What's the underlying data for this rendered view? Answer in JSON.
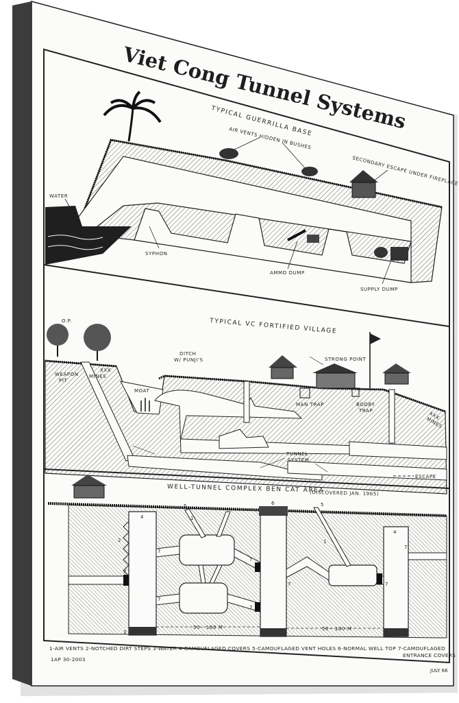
{
  "title": "Viet Cong Tunnel Systems",
  "sections": {
    "base": {
      "heading": "TYPICAL GUERRILLA BASE",
      "labels": {
        "air_vents": "AIR VENTS HIDDEN IN BUSHES",
        "secondary_escape": "SECONDARY ESCAPE UNDER FIREPLACE",
        "water": "WATER",
        "syphon": "SYPHON",
        "ammo_dump": "AMMO DUMP",
        "supply_dump": "SUPPLY DUMP"
      }
    },
    "village": {
      "heading": "TYPICAL VC FORTIFIED VILLAGE",
      "labels": {
        "op": "O.P.",
        "weapon_pit_1": "WEAPON",
        "weapon_pit_2": "PIT",
        "mines_1": "XXX",
        "mines_2": "MINES",
        "ditch_1": "DITCH",
        "ditch_2": "W/ PUNJI'S",
        "moat": "MOAT",
        "strong_point": "STRONG POINT",
        "man_trap": "MAN TRAP",
        "booby_1": "BOOBY",
        "booby_2": "TRAP",
        "mines_right_1": "XXX",
        "mines_right_2": "MINES",
        "tunnel_1": "TUNNEL",
        "tunnel_2": "SYSTEM",
        "escape": "ESCAPE"
      }
    },
    "well": {
      "heading": "WELL-TUNNEL COMPLEX  BEN CAT AREA",
      "discovered": "(DISCOVERED JAN. 1965)",
      "distance_1": "50 - 100 M",
      "distance_2": "50 - 100 M",
      "numbers": {
        "n1": "1",
        "n2": "2",
        "n3": "3",
        "n4": "4",
        "n5": "5",
        "n6": "6",
        "n7": "7"
      }
    }
  },
  "legend": {
    "line1_a": "1-AIR VENTS   2-NOTCHED DIRT STEPS   3-WATER   4-CAMOUFLAGED COVERS   5-CAMOUFLAGED VENT HOLES   6-NORMAL WELL TOP   7-CAMOUFLAGED",
    "line2_right": "ENTRANCE COVERS",
    "source": "1AP 30-2003",
    "date": "JULY 66"
  },
  "colors": {
    "ink": "#1e1e1e",
    "paper": "#fbfbf9",
    "canvas_edge": "#3a3a3a",
    "shadow": "#d0d0d0"
  }
}
